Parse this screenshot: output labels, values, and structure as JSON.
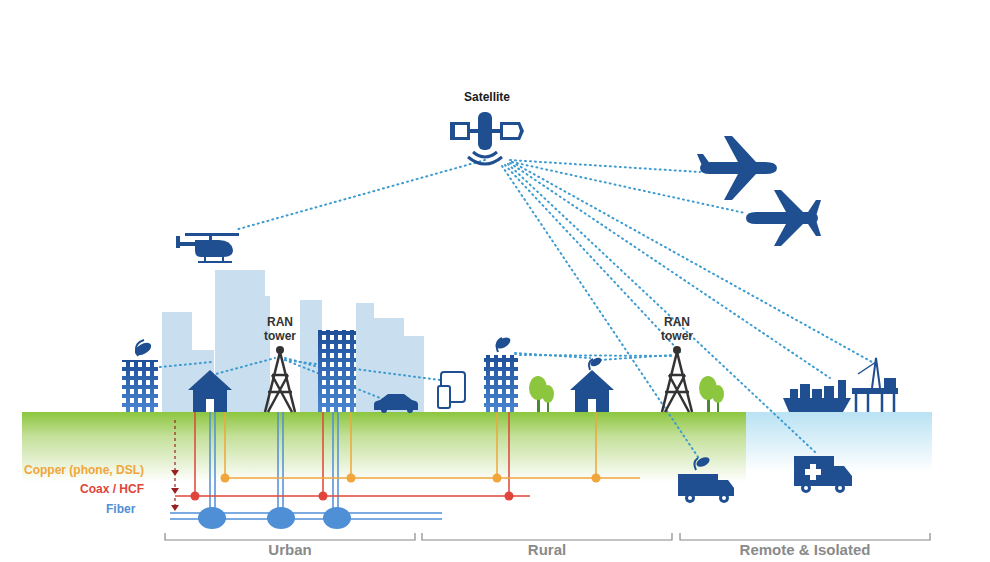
{
  "diagram": {
    "labels": [
      "Satellite",
      "RAN tower",
      "RAN tower",
      "Copper (phone, DSL)",
      "Coax / HCF",
      "Fiber",
      "Urban",
      "Rural",
      "Remote & Isolated"
    ]
  }
}
